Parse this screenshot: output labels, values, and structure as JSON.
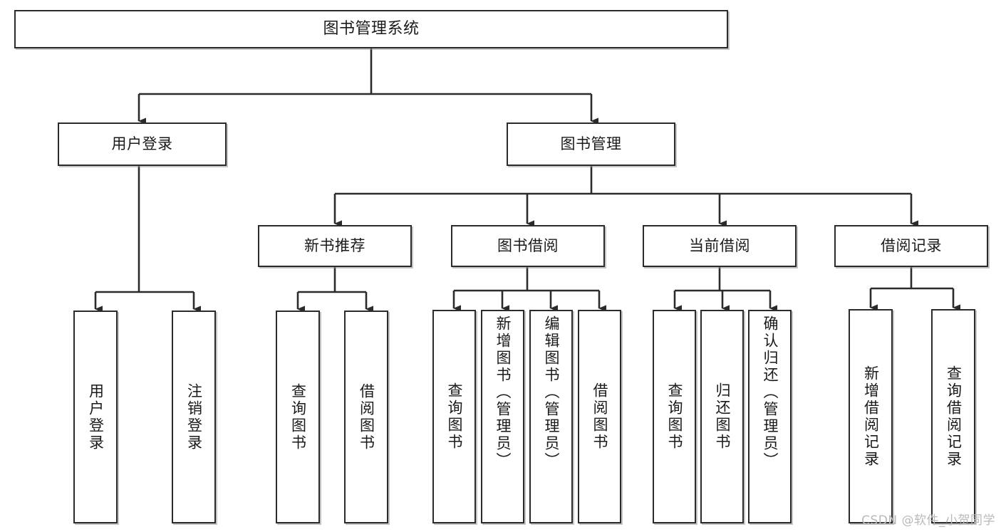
{
  "diagram": {
    "title": "图书管理系统",
    "type": "tree",
    "watermark": "CSDN @软件_小贺同学",
    "colors": {
      "background": "#ffffff",
      "box_border": "#2b2b2b",
      "box_fill": "#ffffff",
      "connector": "#2b2b2b",
      "text": "#1a1a1a",
      "watermark": "#b9b9b9"
    },
    "levels": {
      "root": {
        "label": "图书管理系统"
      },
      "level2": [
        {
          "label": "用户登录"
        },
        {
          "label": "图书管理"
        }
      ],
      "level3": [
        {
          "label": "新书推荐"
        },
        {
          "label": "图书借阅"
        },
        {
          "label": "当前借阅"
        },
        {
          "label": "借阅记录"
        }
      ],
      "leaves": {
        "user_login": [
          {
            "label": "用户登录"
          },
          {
            "label": "注销登录"
          }
        ],
        "new_book_recommend": [
          {
            "label": "查询图书"
          },
          {
            "label": "借阅图书"
          }
        ],
        "book_borrow": [
          {
            "label": "查询图书"
          },
          {
            "label": "新增图书（管理员）"
          },
          {
            "label": "编辑图书（管理员）"
          },
          {
            "label": "借阅图书"
          }
        ],
        "current_borrow": [
          {
            "label": "查询图书"
          },
          {
            "label": "归还图书"
          },
          {
            "label": "确认归还（管理员）"
          }
        ],
        "borrow_records": [
          {
            "label": "新增借阅记录"
          },
          {
            "label": "查询借阅记录"
          }
        ]
      }
    }
  }
}
